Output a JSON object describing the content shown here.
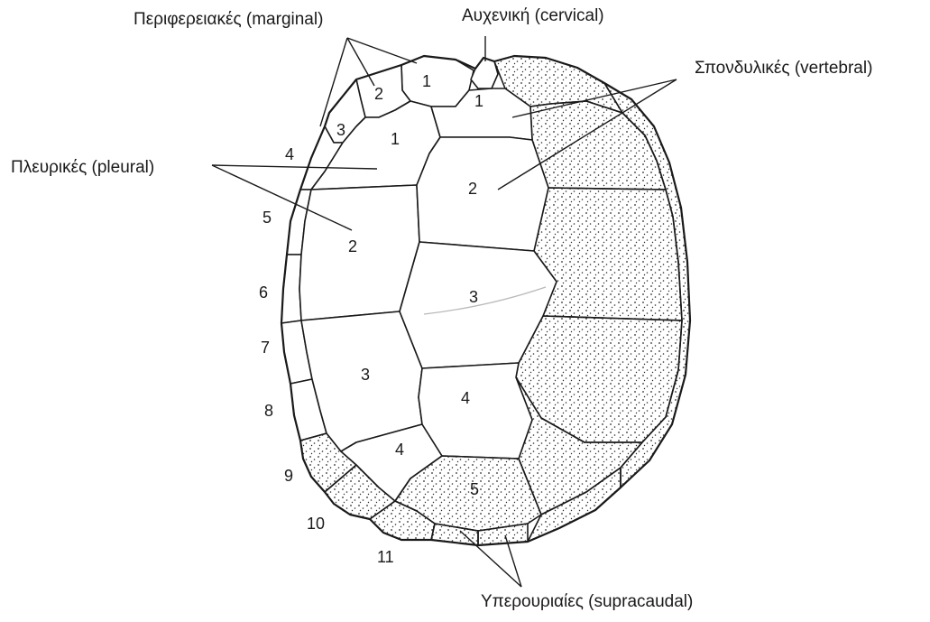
{
  "labels": {
    "marginal": "Περιφερειακές (marginal)",
    "cervical": "Αυχενική (cervical)",
    "vertebral": "Σπονδυλικές (vertebral)",
    "pleural": "Πλευρικές (pleural)",
    "supracaudal": "Υπερουριαίες (supracaudal)"
  },
  "numbers": {
    "vertebral": [
      "1",
      "2",
      "3",
      "4",
      "5"
    ],
    "pleural": [
      "1",
      "2",
      "3",
      "4"
    ],
    "marginal": [
      "1",
      "2",
      "3",
      "4",
      "5",
      "6",
      "7",
      "8",
      "9",
      "10",
      "11"
    ]
  }
}
